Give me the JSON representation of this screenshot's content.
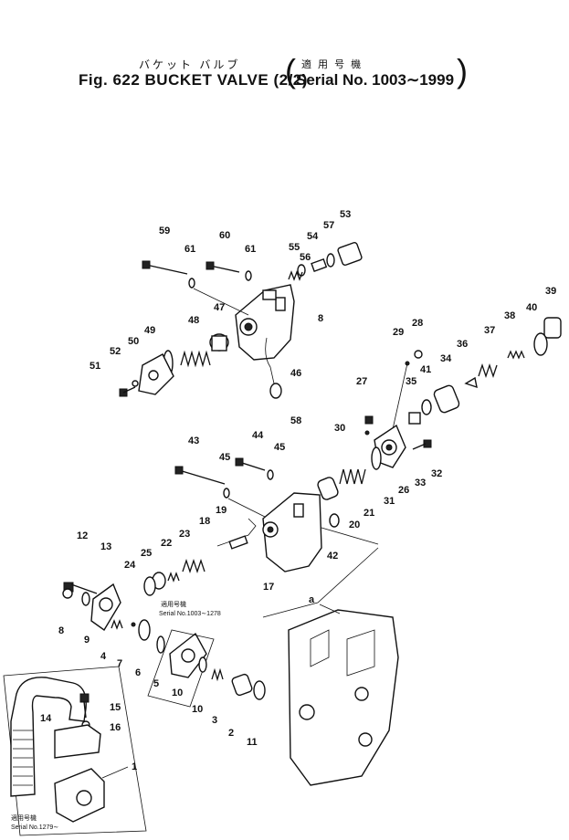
{
  "title": {
    "japanese": "バケット バルブ",
    "main": "Fig. 622 BUCKET VALVE (2/2)",
    "applicability_japanese": "適 用 号 機",
    "applicability_serial": "Serial No. 1003∼1999"
  },
  "notes": [
    {
      "id": "note-1",
      "japanese": "適用号機",
      "serial": "Serial No.1003∼1278"
    },
    {
      "id": "note-2",
      "japanese": "適用号機",
      "serial": "Serial No.1279∼"
    }
  ],
  "callouts": [
    "59",
    "60",
    "61",
    "61",
    "55",
    "56",
    "54",
    "57",
    "53",
    "8",
    "47",
    "48",
    "49",
    "50",
    "52",
    "51",
    "46",
    "58",
    "29",
    "28",
    "38",
    "39",
    "37",
    "40",
    "36",
    "34",
    "27",
    "35",
    "41",
    "30",
    "33",
    "32",
    "26",
    "31",
    "21",
    "20",
    "43",
    "44",
    "45",
    "45",
    "19",
    "18",
    "42",
    "23",
    "22",
    "24",
    "25",
    "17",
    "12",
    "13",
    "8",
    "9",
    "7",
    "4",
    "6",
    "5",
    "10",
    "10",
    "3",
    "2",
    "11",
    "15",
    "14",
    "16",
    "1",
    "a"
  ]
}
